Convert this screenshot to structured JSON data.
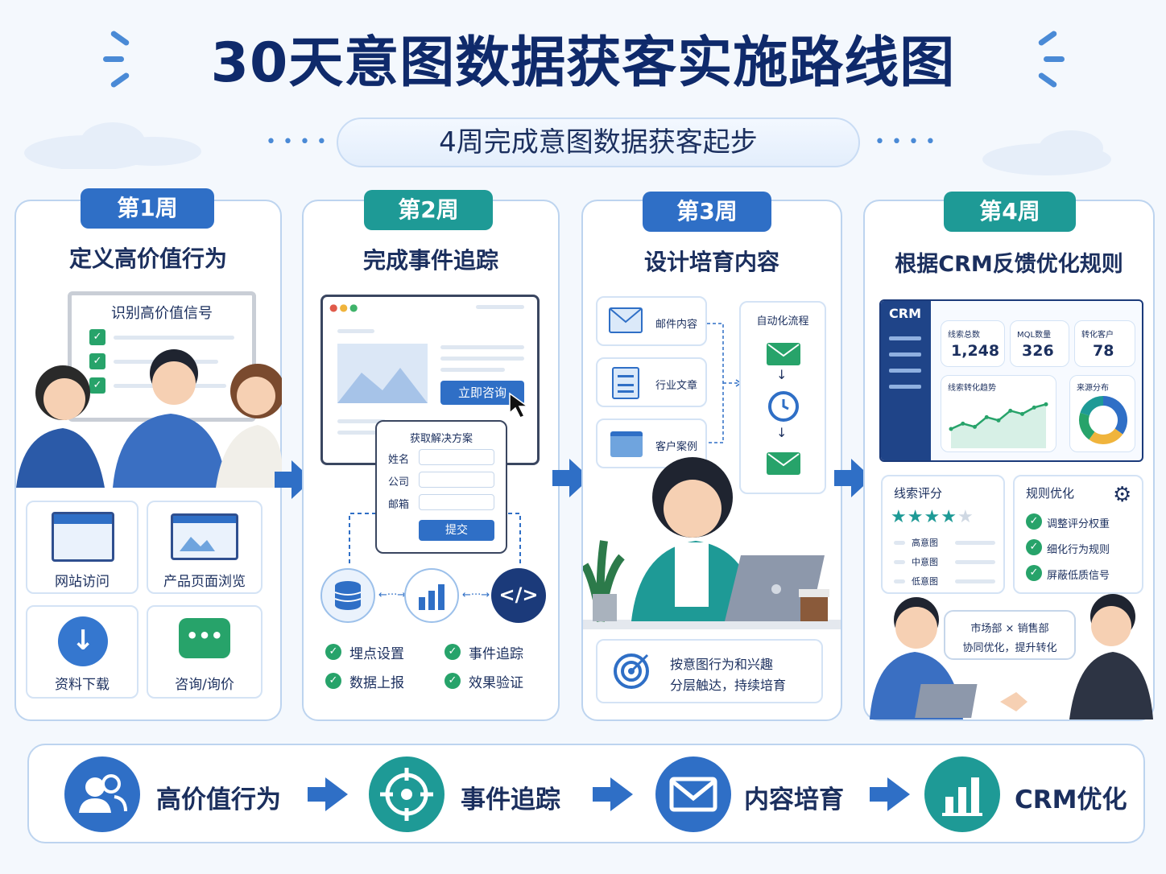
{
  "title": "30天意图数据获客实施路线图",
  "subtitle": "4周完成意图数据获客起步",
  "colors": {
    "blue": "#2f6fc6",
    "teal": "#1e9a96",
    "navy": "#0f2a6b",
    "green": "#27a36a"
  },
  "weeks": [
    {
      "badge": "第1周",
      "title": "定义高价值行为",
      "board_title": "识别高价值信号",
      "tiles": [
        {
          "label": "网站访问",
          "icon": "browser-icon"
        },
        {
          "label": "产品页面浏览",
          "icon": "image-page-icon"
        },
        {
          "label": "资料下载",
          "icon": "download-icon"
        },
        {
          "label": "咨询/询价",
          "icon": "chat-icon"
        }
      ]
    },
    {
      "badge": "第2周",
      "title": "完成事件追踪",
      "cta": "立即咨询",
      "form": {
        "title": "获取解决方案",
        "fields": [
          "姓名",
          "公司",
          "邮箱"
        ],
        "submit": "提交"
      },
      "checks": [
        "埋点设置",
        "事件追踪",
        "数据上报",
        "效果验证"
      ]
    },
    {
      "badge": "第3周",
      "title": "设计培育内容",
      "contents": [
        "邮件内容",
        "行业文章",
        "客户案例"
      ],
      "flow_title": "自动化流程",
      "note_lines": [
        "按意图行为和兴趣",
        "分层触达，持续培育"
      ]
    },
    {
      "badge": "第4周",
      "title": "根据CRM反馈优化规则",
      "crm_label": "CRM",
      "metrics": [
        {
          "label": "线索总数",
          "value": "1,248"
        },
        {
          "label": "MQL数量",
          "value": "326"
        },
        {
          "label": "转化客户",
          "value": "78"
        }
      ],
      "trend_label": "线索转化趋势",
      "trend_values": [
        30,
        40,
        34,
        52,
        46,
        64,
        58,
        70,
        76
      ],
      "source_label": "来源分布",
      "source_shares": [
        0.35,
        0.25,
        0.2,
        0.2
      ],
      "scoring": {
        "title": "线索评分",
        "stars": 4,
        "levels": [
          "高意图",
          "中意图",
          "低意图"
        ]
      },
      "rules": {
        "title": "规则优化",
        "items": [
          "调整评分权重",
          "细化行为规则",
          "屏蔽低质信号"
        ]
      },
      "speech_lines": [
        "市场部 × 销售部",
        "协同优化，提升转化"
      ]
    }
  ],
  "bottom_steps": [
    {
      "label": "高价值行为",
      "icon": "users-icon"
    },
    {
      "label": "事件追踪",
      "icon": "target-icon"
    },
    {
      "label": "内容培育",
      "icon": "mail-icon"
    },
    {
      "label": "CRM优化",
      "icon": "bar-chart-icon"
    }
  ]
}
